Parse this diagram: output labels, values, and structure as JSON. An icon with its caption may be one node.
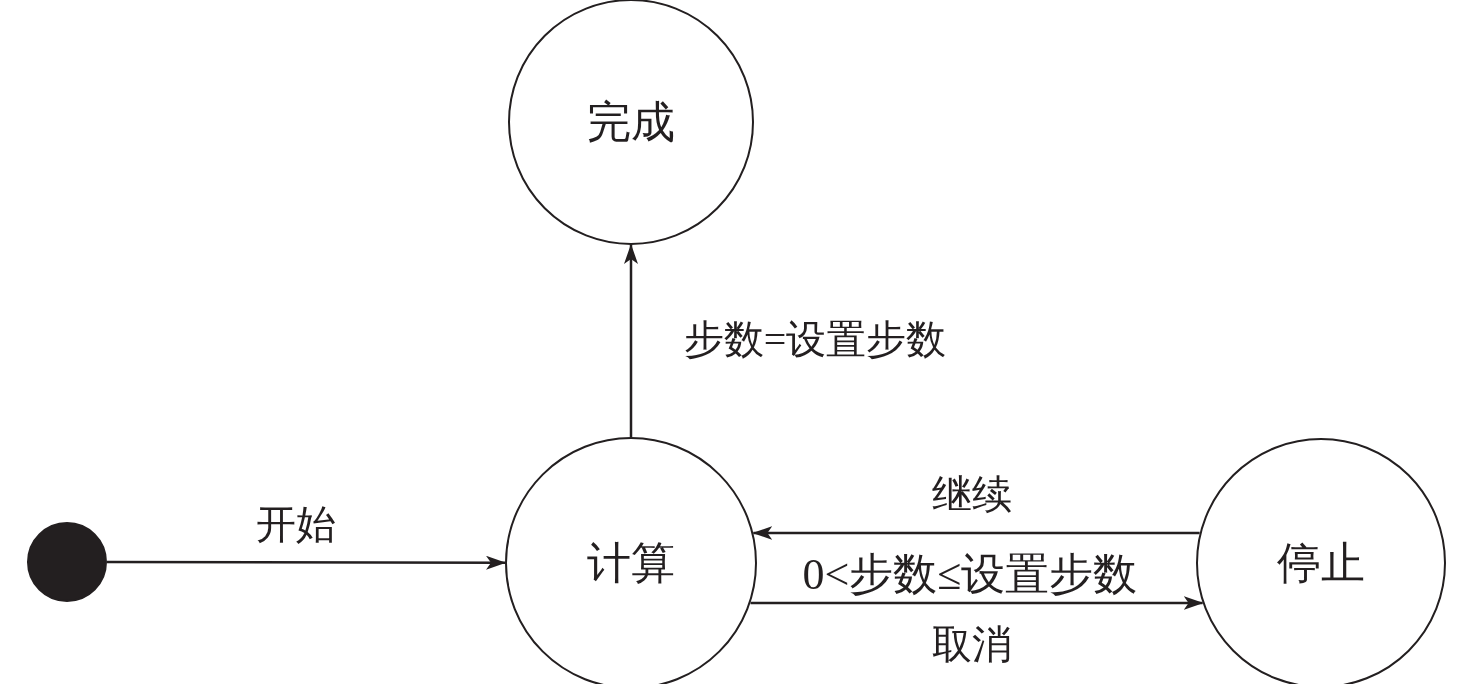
{
  "diagram": {
    "nodes": [
      {
        "text": [],
        "shape": "circle"
      },
      {
        "text": [
          "完成"
        ]
      },
      {
        "text": [
          "计算"
        ]
      },
      {
        "text": [
          "停止"
        ]
      }
    ],
    "edges": [
      {
        "from": 0,
        "to": 2,
        "arrow": "to",
        "label": "开始"
      },
      {
        "from": 2,
        "to": 1,
        "arrow": "to",
        "label": "步数=设置步数"
      },
      {
        "from": 3,
        "to": 2,
        "arrow": "to",
        "label": "继续"
      },
      {
        "from": 2,
        "to": 3,
        "arrow": "to",
        "label": "取消"
      }
    ],
    "labels": [
      "0<步数≤设置步数"
    ]
  }
}
